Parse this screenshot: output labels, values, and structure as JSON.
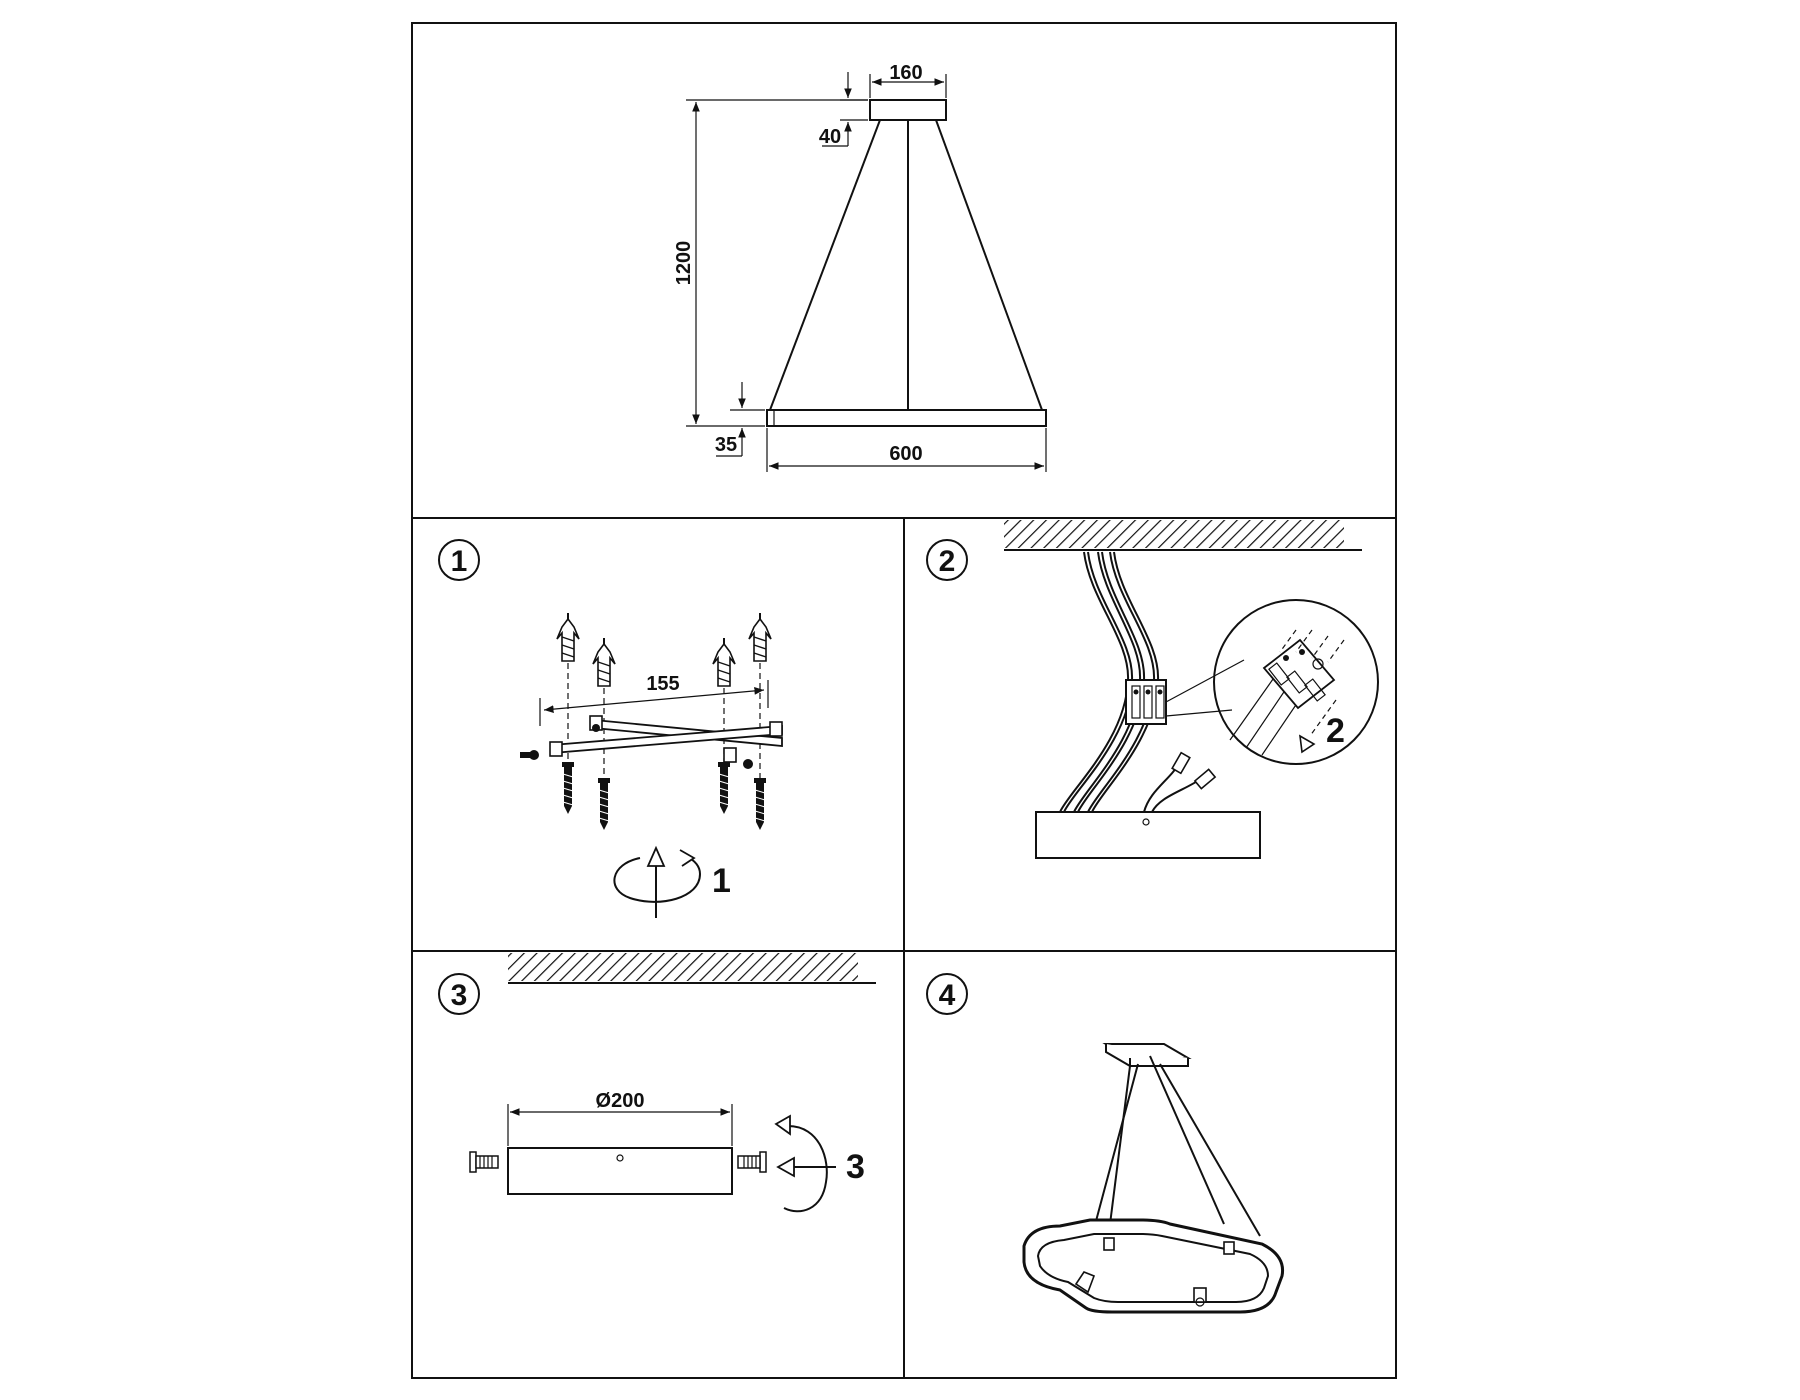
{
  "overview": {
    "dimensions": {
      "canopy_width": "160",
      "canopy_height": "40",
      "total_height": "1200",
      "ring_height": "35",
      "ring_width": "600"
    }
  },
  "steps": [
    {
      "number": "1",
      "dimension": "155",
      "callout": "1"
    },
    {
      "number": "2",
      "callout": "2"
    },
    {
      "number": "3",
      "dimension": "Ø200",
      "callout": "3"
    },
    {
      "number": "4"
    }
  ],
  "icons": [
    "dowel-icon",
    "screw-icon",
    "rotate-arrow-icon",
    "ceiling-hatch-icon",
    "terminal-block-icon"
  ]
}
